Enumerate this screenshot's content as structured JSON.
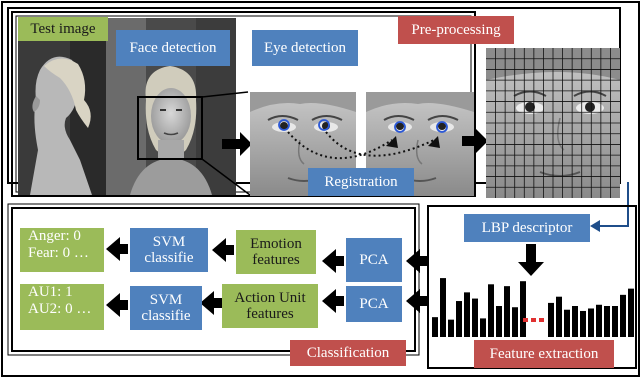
{
  "labels": {
    "test_image": "Test image",
    "face_detection": "Face detection",
    "eye_detection": "Eye detection",
    "pre_processing": "Pre-processing",
    "registration": "Registration",
    "lbp_descriptor": "LBP descriptor",
    "pca": "PCA",
    "emotion_features": [
      "Emotion",
      "features"
    ],
    "action_unit_features": [
      "Action Unit",
      "features"
    ],
    "svm_classifier": [
      "SVM",
      "classifie"
    ],
    "emotion_output": [
      "Anger: 0",
      "Fear: 0 …"
    ],
    "au_output": [
      "AU1: 1",
      "AU2: 0 …"
    ],
    "classification": "Classification",
    "feature_extraction": "Feature extraction"
  },
  "histogram": {
    "bar_heights": [
      0.32,
      0.95,
      0.28,
      0.58,
      0.72,
      0.62,
      0.3,
      0.85,
      0.5,
      0.82,
      0.48,
      0.9,
      0.55,
      0.65,
      0.44,
      0.5,
      0.42,
      0.46,
      0.52,
      0.5,
      0.5,
      0.68,
      0.78
    ]
  },
  "colors": {
    "blue_box": "#4f81bd",
    "green_box": "#9bbb59",
    "red_box": "#c0504d",
    "eye_marker": "#2b58d6",
    "dots": "#e03030"
  }
}
